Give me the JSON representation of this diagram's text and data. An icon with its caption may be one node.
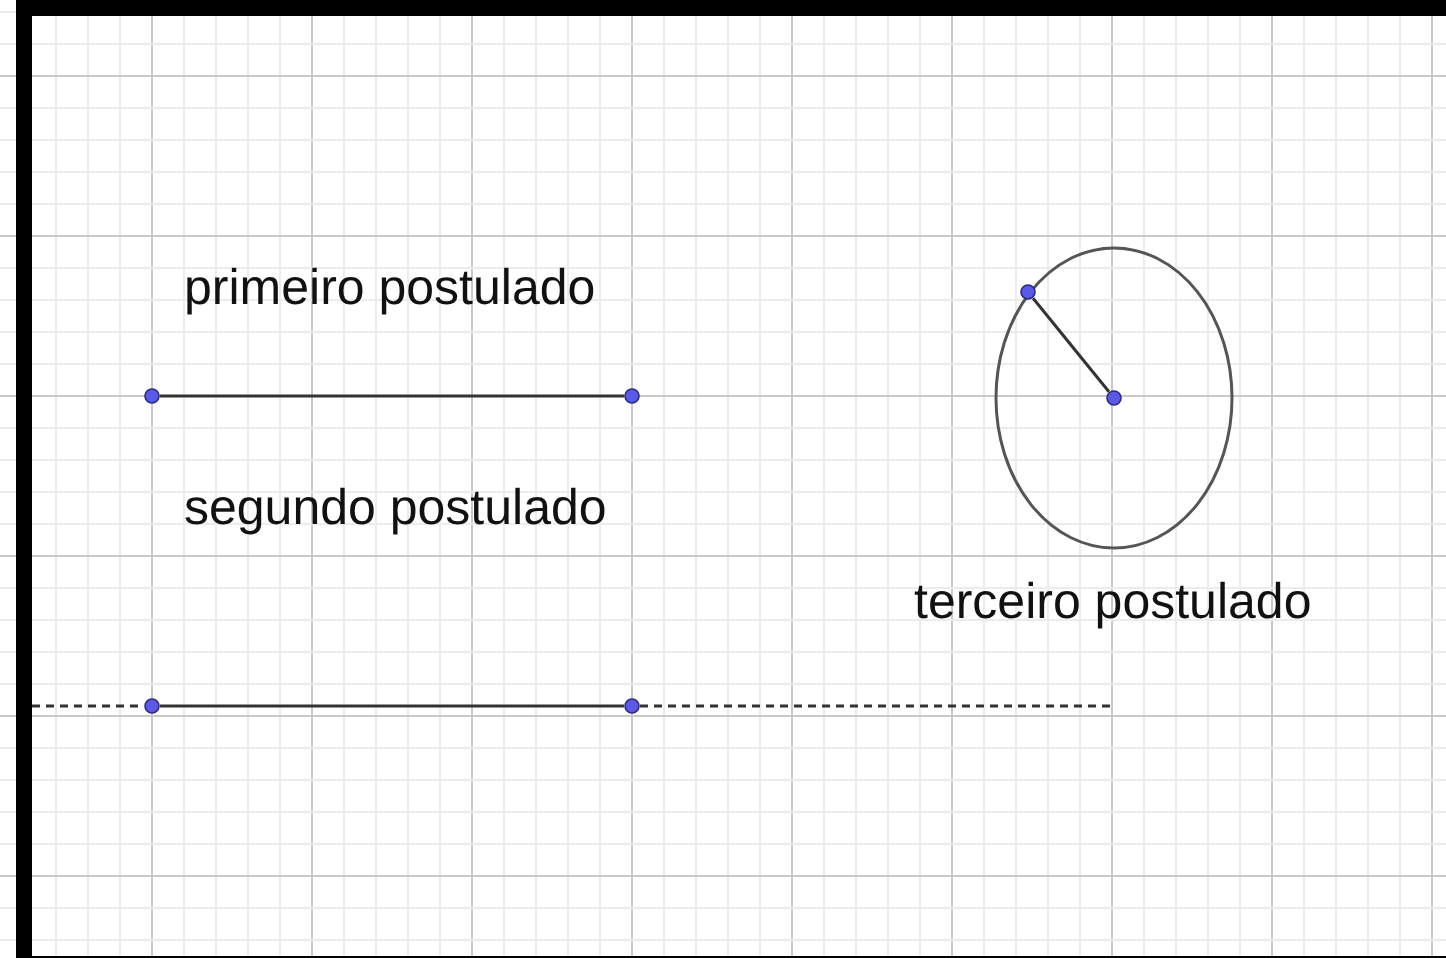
{
  "diagram": {
    "nodes": [
      {
        "text": [],
        "shape": "circle"
      },
      {
        "text": [],
        "shape": "circle"
      },
      {
        "text": [],
        "shape": "circle"
      },
      {
        "text": [],
        "shape": "circle"
      },
      {
        "text": [],
        "shape": "circle"
      },
      {
        "text": [],
        "shape": "circle",
        "in": 4
      },
      {
        "text": [],
        "shape": "circle"
      }
    ],
    "edges": [
      {
        "from": 0,
        "to": 1,
        "arrow": "none"
      },
      {
        "from": null,
        "to": 2,
        "arrow": "none",
        "style": "dashed"
      },
      {
        "from": 2,
        "to": 3,
        "arrow": "none"
      },
      {
        "from": 3,
        "to": null,
        "arrow": "none",
        "style": "dashed"
      },
      {
        "from": 5,
        "to": 6,
        "arrow": "none"
      }
    ],
    "labels": [
      "primeiro postulado",
      "segundo postulado",
      "terceiro postulado"
    ]
  }
}
